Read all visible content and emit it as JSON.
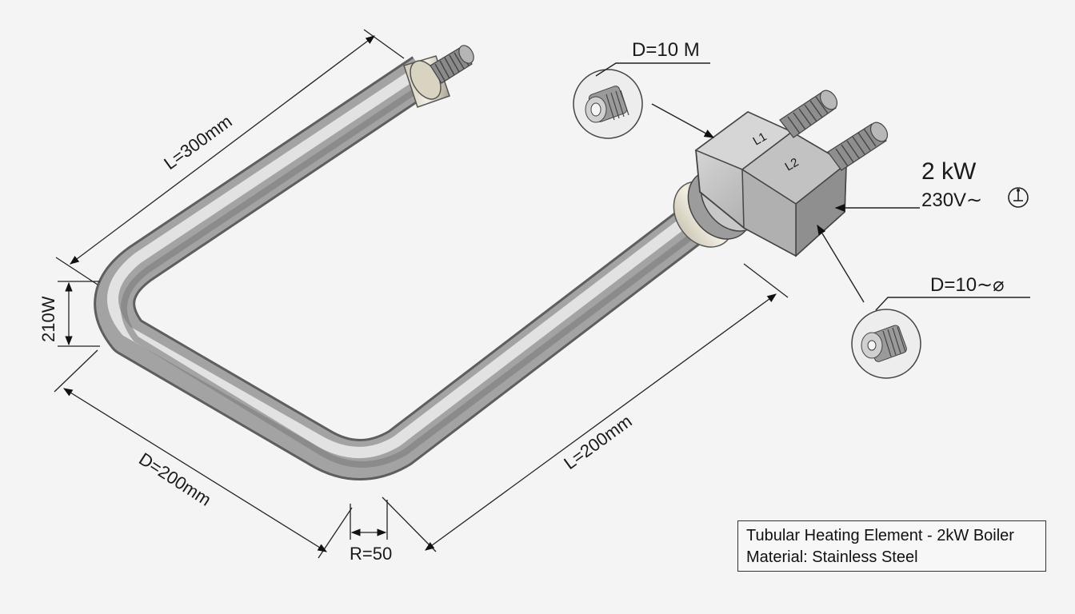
{
  "dimensions": {
    "length_top": "L=300mm",
    "length_right": "L=200mm",
    "depth": "D=200mm",
    "width_side": "210W",
    "radius": "R=50"
  },
  "callouts": {
    "thread_top": "D=10 M",
    "thread_bottom": "D=10∼⌀",
    "power": "2 kW",
    "voltage": "230V∼",
    "terminal_1": "L1",
    "terminal_2": "L2"
  },
  "title_block": {
    "line1": "Tubular Heating Element - 2kW Boiler",
    "line2": "Material: Stainless Steel"
  }
}
